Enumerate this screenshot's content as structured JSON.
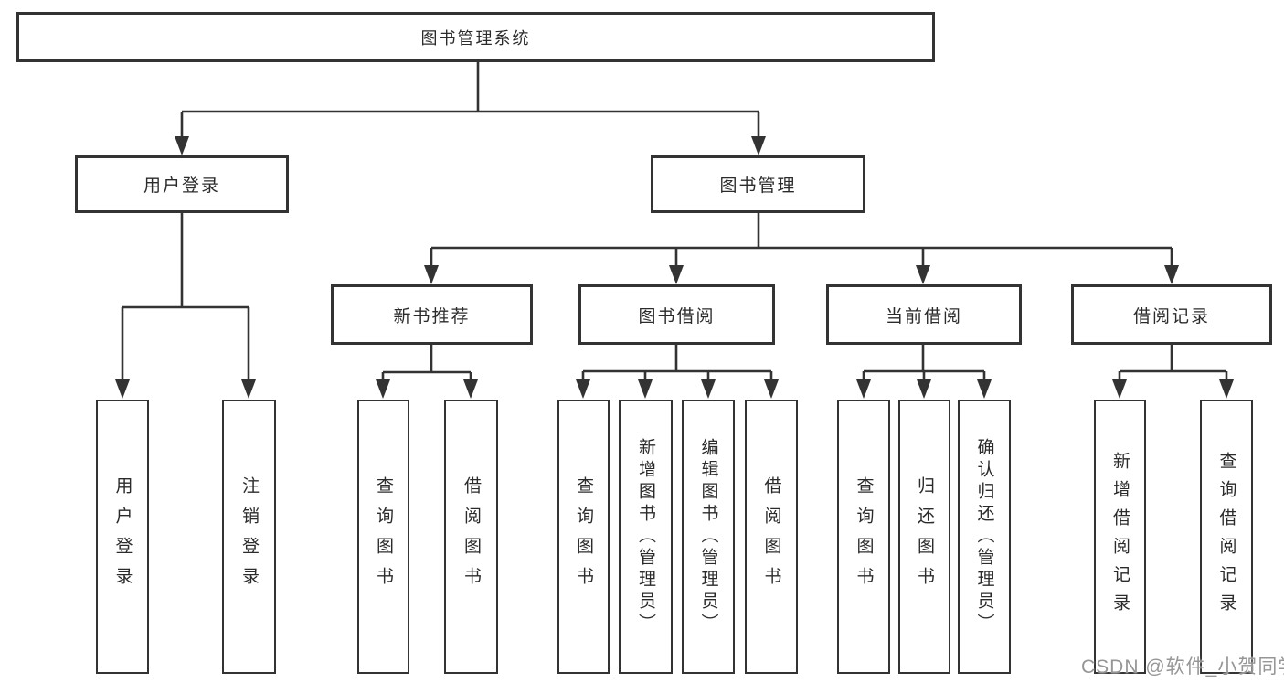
{
  "colors": {
    "background": "#ffffff",
    "line": "#333333",
    "box_border": "#333333",
    "box_fill": "#ffffff",
    "text": "#2b2b2b",
    "watermark": "#969696"
  },
  "watermark": {
    "text": "CSDN @软件_小贺同学"
  },
  "tree": {
    "label": "图书管理系统",
    "children": [
      {
        "label": "用户登录",
        "children": [
          {
            "label": "用户登录"
          },
          {
            "label": "注销登录"
          }
        ]
      },
      {
        "label": "图书管理",
        "children": [
          {
            "label": "新书推荐",
            "children": [
              {
                "label": "查询图书"
              },
              {
                "label": "借阅图书"
              }
            ]
          },
          {
            "label": "图书借阅",
            "children": [
              {
                "label": "查询图书"
              },
              {
                "label": "新增图书（管理员）"
              },
              {
                "label": "编辑图书（管理员）"
              },
              {
                "label": "借阅图书"
              }
            ]
          },
          {
            "label": "当前借阅",
            "children": [
              {
                "label": "查询图书"
              },
              {
                "label": "归还图书"
              },
              {
                "label": "确认归还（管理员）"
              }
            ]
          },
          {
            "label": "借阅记录",
            "children": [
              {
                "label": "新增借阅记录"
              },
              {
                "label": "查询借阅记录"
              }
            ]
          }
        ]
      }
    ]
  }
}
